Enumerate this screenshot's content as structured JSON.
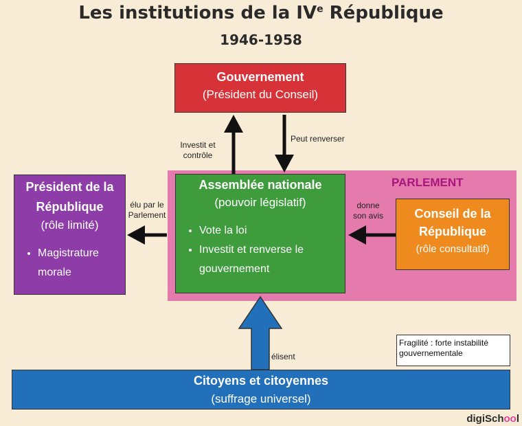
{
  "header": {
    "title": "Les institutions de la IV",
    "title_sup": "e",
    "title_end": " République",
    "subtitle": "1946-1958"
  },
  "gouvernement": {
    "name": "Gouvernement",
    "detail": "(Président du Conseil)"
  },
  "parlement": {
    "label": "PARLEMENT"
  },
  "assemblee": {
    "name": "Assemblée nationale",
    "detail": "(pouvoir législatif)",
    "items": [
      "Vote la loi",
      "Investit et renverse le gouvernement"
    ]
  },
  "president": {
    "name_line1": "Président de la",
    "name_line2": "République",
    "detail": "(rôle limité)",
    "items": [
      "Magistrature morale"
    ]
  },
  "conseil": {
    "name_line1": "Conseil de la",
    "name_line2": "République",
    "detail": "(rôle consultatif)"
  },
  "citoyens": {
    "name": "Citoyens et citoyennes",
    "detail": "(suffrage universel)"
  },
  "arrows": {
    "investit": "Investit et contrôle",
    "renverser": "Peut renverser",
    "elu": "élu par le Parlement",
    "avis": "donne son avis",
    "elisent": "élisent"
  },
  "note": "Fragilité : forte instabilité gouvernementale",
  "logo": {
    "prefix": "digiSch",
    "oo": "oo",
    "suffix": "l"
  },
  "colors": {
    "background": "#f8ecd6",
    "gouvernement": "#d73237",
    "parlement": "#e57aad",
    "assemblee": "#3f9c3d",
    "president": "#8d3ca8",
    "conseil": "#ee8a1e",
    "citoyens": "#2270b9",
    "parlement_label": "#a8167e"
  }
}
